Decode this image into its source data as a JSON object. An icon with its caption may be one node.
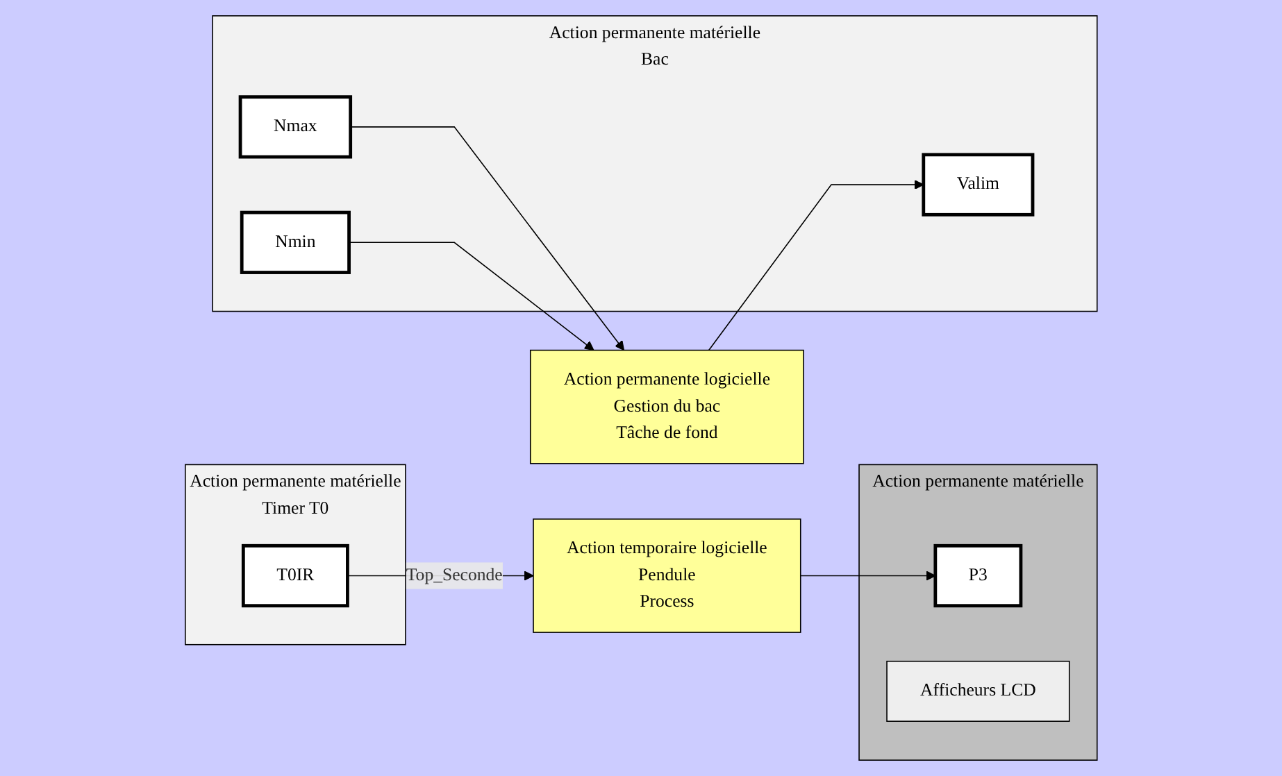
{
  "diagram": {
    "nodes": [
      {
        "text": [
          "Action permanente matérielle",
          "Timer T0"
        ]
      },
      {
        "text": [
          "T0IR"
        ],
        "in": 0
      },
      {
        "text": [
          "Action temporaire logicielle",
          "Pendule",
          "Process"
        ]
      },
      {
        "text": [
          "Action permanente matérielle"
        ]
      },
      {
        "text": [
          "P3"
        ],
        "in": 3
      },
      {
        "text": [
          "Afficheurs LCD"
        ],
        "in": 3
      },
      {
        "text": [
          "Action permanente logicielle",
          "Gestion du bac",
          "Tâche de fond"
        ]
      },
      {
        "text": [
          "Action permanente matérielle",
          "Bac"
        ]
      },
      {
        "text": [
          "Valim"
        ],
        "in": 7
      },
      {
        "text": [
          "Nmax"
        ],
        "in": 7
      },
      {
        "text": [
          "Nmin"
        ],
        "in": 7
      }
    ],
    "edges": [
      {
        "from": 1,
        "to": 2,
        "arrow": "to",
        "label": "Top_Seconde"
      },
      {
        "from": 2,
        "to": 4,
        "arrow": "to"
      },
      {
        "from": 6,
        "to": 8,
        "arrow": "to"
      },
      {
        "from": 9,
        "to": 6,
        "arrow": "to"
      },
      {
        "from": 10,
        "to": 6,
        "arrow": "to"
      }
    ]
  }
}
